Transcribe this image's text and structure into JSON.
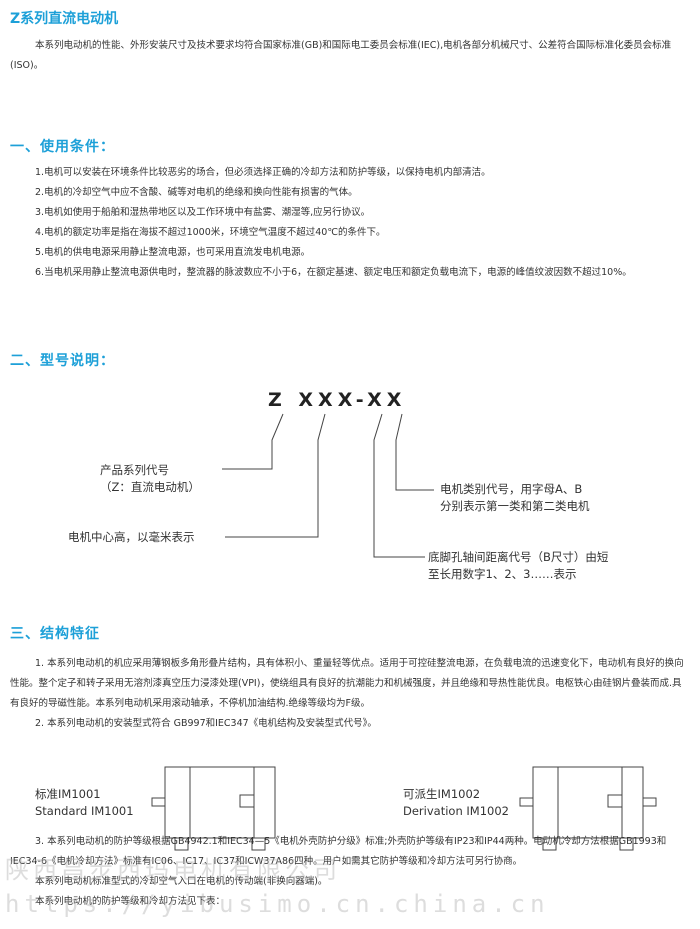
{
  "title": "Z系列直流电动机",
  "intro": "本系列电动机的性能、外形安装尺寸及技术要求均符合国家标准(GB)和国际电工委员会标准(IEC),电机各部分机械尺寸、公差符合国际标准化委员会标准(ISO)。",
  "section1": {
    "heading": "一、使用条件：",
    "items": [
      "1.电机可以安装在环境条件比较恶劣的场合，但必须选择正确的冷却方法和防护等级，以保持电机内部清洁。",
      "2.电机的冷却空气中应不含酸、碱等对电机的绝缘和换向性能有损害的气体。",
      "3.电机如使用于船舶和湿热带地区以及工作环境中有盐雾、潮湿等,应另行协议。",
      "4.电机的额定功率是指在海拔不超过1000米，环境空气温度不超过40℃的条件下。",
      "5.电机的供电电源采用静止整流电源，也可采用直流发电机电源。",
      "6.当电机采用静止整流电源供电时，整流器的脉波数应不小于6，在额定基速、额定电压和额定负载电流下，电源的峰值纹波因数不超过10%。"
    ]
  },
  "section2": {
    "heading": "二、型号说明：",
    "model_code": "Z XXX-XX",
    "label_series": "产品系列代号",
    "label_series_sub": "（Z：直流电动机）",
    "label_height": "电机中心高，以毫米表示",
    "label_category": "电机类别代号，用字母A、B",
    "label_category_sub": "分别表示第一类和第二类电机",
    "label_foot": "底脚孔轴间距离代号（B尺寸）由短",
    "label_foot_sub": "至长用数字1、2、3……表示"
  },
  "section3": {
    "heading": "三、结构特征",
    "paras": [
      "1. 本系列电动机的机应采用薄钢板多角形叠片结构，具有体积小、重量轻等优点。适用于可控硅整流电源，在负载电流的迅速变化下，电动机有良好的换向性能。整个定子和转子采用无溶剂漆真空压力浸漆处理(VPI)，使绕组具有良好的抗潮能力和机械强度，并且绝缘和导热性能优良。电枢铁心由硅钢片叠装而成.具有良好的导磁性能。本系列电动机采用滚动轴承，不停机加油结构.绝缘等级均为F级。",
      "2. 本系列电动机的安装型式符合 GB997和IEC347《电机结构及安装型式代号》。"
    ],
    "std_cn": "标准IM1001",
    "std_en": "Standard IM1001",
    "der_cn": "可派生IM1002",
    "der_en": "Derivation IM1002",
    "paras2": [
      "3. 本系列电动机的防护等级根据GB4942.1和IEC34—5《电机外壳防护分级》标准;外壳防护等级有IP23和IP44两种。电动机冷却方法根据GB1993和IEC34-6《电机冷却方法》标准有IC06、IC17、IC37和ICW37A86四种。用户如需其它防护等级和冷却方法可另行协商。",
      "本系列电动机标准型式的冷却空气入口在电机的传动端(非换向器端)。",
      "本系列电动机的防护等级和冷却方法见下表："
    ]
  },
  "watermark": {
    "line1": "陕西昌步西玛电机有限公司",
    "line2": "https://yibusimo.cn.china.cn"
  }
}
